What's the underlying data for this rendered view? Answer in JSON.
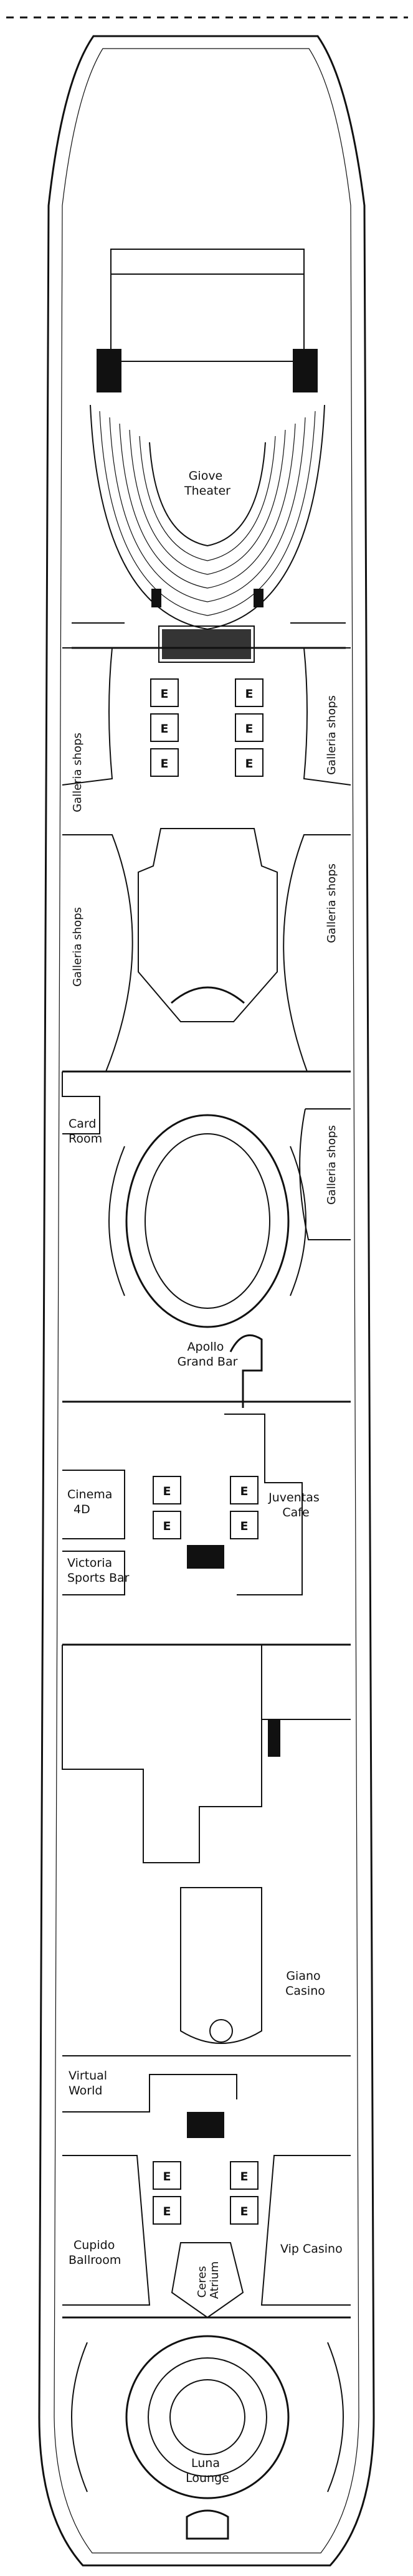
{
  "deck": {
    "rooms": {
      "giove_theater": [
        "Giove",
        "Theater"
      ],
      "galleria_shops": "Galleria shops",
      "card_room": [
        "Card",
        "Room"
      ],
      "apollo_grand_bar": [
        "Apollo",
        "Grand Bar"
      ],
      "cinema_4d": [
        "Cinema",
        "4D"
      ],
      "juventas_cafe": [
        "Juventas",
        "Cafe"
      ],
      "victoria_sports_bar": [
        "Victoria",
        "Sports Bar"
      ],
      "giano_casino": [
        "Giano",
        "Casino"
      ],
      "virtual_world": [
        "Virtual",
        "World"
      ],
      "cupido_ballroom": [
        "Cupido",
        "Ballroom"
      ],
      "vip_casino": "Vip Casino",
      "ceres_atrium": [
        "Ceres",
        "Atrium"
      ],
      "luna_lounge": [
        "Luna",
        "Lounge"
      ]
    },
    "elevator_label": "E",
    "icons": {
      "elevator": "elevator-icon",
      "stairs": "stairs-icon"
    },
    "colors": {
      "line": "#111111",
      "background": "#ffffff"
    }
  }
}
